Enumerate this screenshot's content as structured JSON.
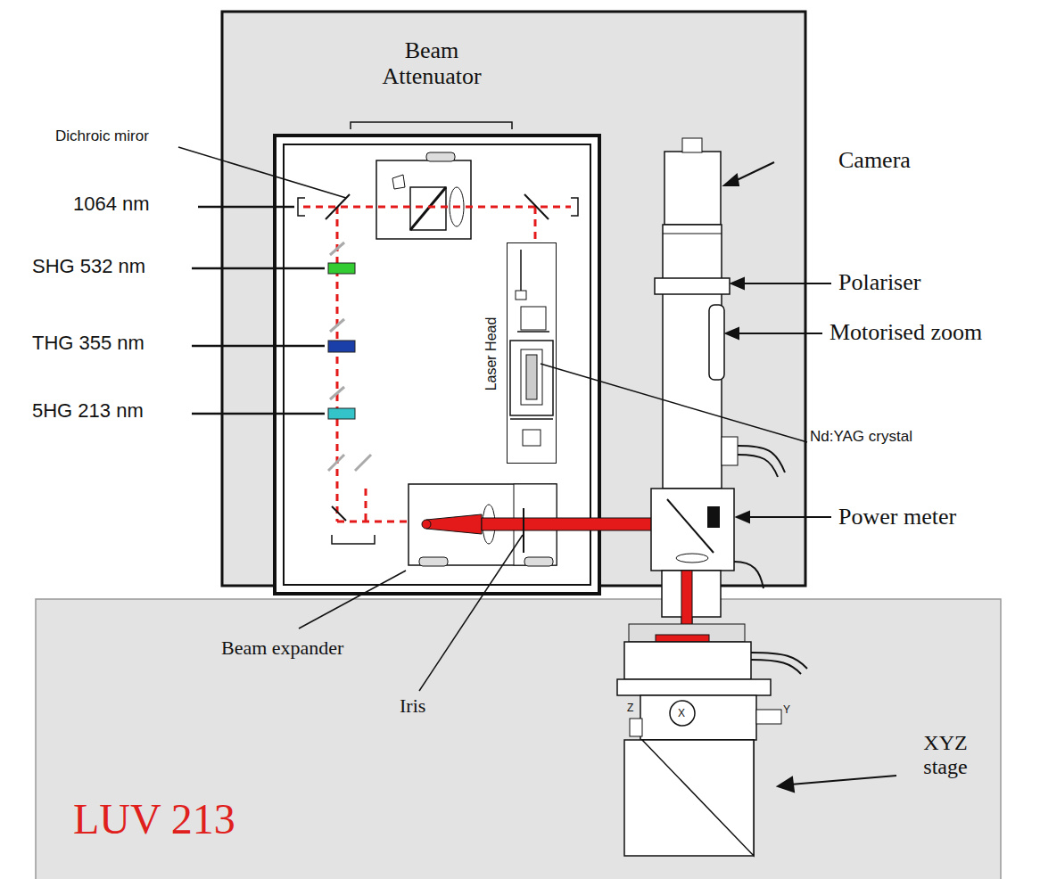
{
  "diagram": {
    "nodes": [
      {
        "text": [
          "Laser Head"
        ]
      }
    ],
    "labels": [
      "Beam Attenuator",
      "Dichroic miror",
      "1064 nm",
      "SHG 532 nm",
      "THG 355 nm",
      "5HG 213 nm",
      "Camera",
      "Polariser",
      "Motorised zoom",
      "Nd:YAG crystal",
      "Power meter",
      "Beam expander",
      "Iris",
      "XYZ stage",
      "Z",
      "X",
      "Y",
      "LUV 213"
    ]
  }
}
